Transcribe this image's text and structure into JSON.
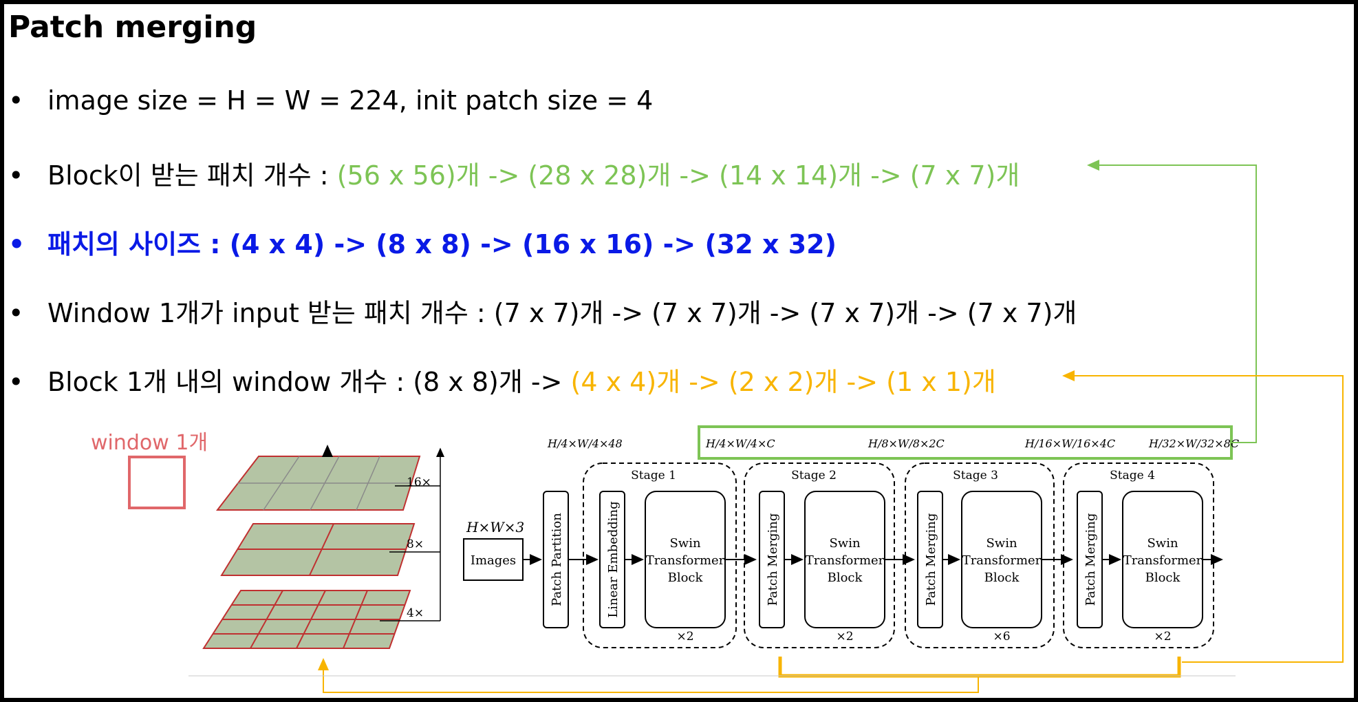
{
  "title": "Patch merging",
  "bullets": [
    {
      "text": "image size = H = W = 224, init patch size = 4"
    },
    {
      "prefix": "Block이 받는 패치 개수 : ",
      "highlight": "(56 x 56)개 -> (28 x 28)개 -> (14 x 14)개 -> (7 x 7)개"
    },
    {
      "text": "패치의 사이즈 : (4 x 4) -> (8 x 8) -> (16 x 16) -> (32 x 32)"
    },
    {
      "text": "Window 1개가 input 받는 패치 개수 : (7 x 7)개 -> (7 x 7)개 -> (7 x 7)개 -> (7 x 7)개"
    },
    {
      "prefix": "Block 1개 내의 window 개수 : (8 x 8)개 -> ",
      "highlight": "(4 x 4)개 -> (2 x 2)개 -> (1 x 1)개"
    }
  ],
  "bullet_symbol": "•",
  "window_label": "window 1개",
  "pyramid": {
    "labels": [
      "16×",
      "8×",
      "4×"
    ]
  },
  "arch": {
    "input_label": "H×W×3",
    "images_label": "Images",
    "patch_partition": "Patch Partition",
    "linear_embedding": "Linear Embedding",
    "patch_merging": "Patch Merging",
    "swin_block": [
      "Swin",
      "Transformer",
      "Block"
    ],
    "dims": [
      "H/4×W/4×48",
      "H/4×W/4×C",
      "H/8×W/8×2C",
      "H/16×W/16×4C",
      "H/32×W/32×8C"
    ],
    "stages": [
      {
        "name": "Stage 1",
        "repeat": "×2"
      },
      {
        "name": "Stage 2",
        "repeat": "×2"
      },
      {
        "name": "Stage 3",
        "repeat": "×6"
      },
      {
        "name": "Stage 4",
        "repeat": "×2"
      }
    ]
  },
  "colors": {
    "green": "#7dc455",
    "orange": "#f8b400",
    "blue": "#0a1ae6",
    "red": "#e0676a"
  }
}
